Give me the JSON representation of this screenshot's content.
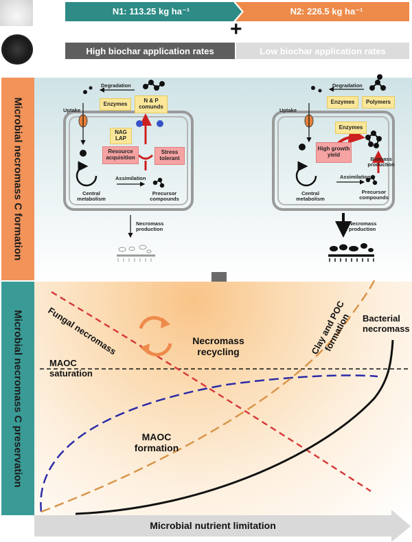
{
  "header": {
    "n1": "N1: 113.25 kg ha⁻¹",
    "n2": "N2: 226.5 kg ha⁻¹",
    "plus": "+",
    "high_rates": "High biochar application rates",
    "low_rates": "Low biochar application rates"
  },
  "side_labels": {
    "formation": "Microbial necromass C formation",
    "preservation": "Microbial necromass C preservation"
  },
  "left_cell": {
    "degradation": "Degradation",
    "enzymes": "Enzymes",
    "np_comunds": "N & P comunds",
    "uptake": "Uptake",
    "nag_lap": "NAG LAP",
    "resource_acquisition": "Resource acquisition",
    "stress_tolerant": "Stress tolerant",
    "assimilation": "Assimilation",
    "central_metabolism": "Central metabolism",
    "precursor_compounds": "Precursor compounds",
    "necromass_production": "Necromass production"
  },
  "right_cell": {
    "degradation": "Degradation",
    "enzymes": "Enzymes",
    "polymers": "Polymers",
    "uptake": "Uptake",
    "enzymes_inner": "Enzymes",
    "high_growth_yield": "High growth yield",
    "biomass_production": "Biomass production",
    "assimilation": "Assimilation",
    "central_metabolism": "Central metabolism",
    "precursor_compounds": "Precursor compounds",
    "necromass_production": "Necromass production"
  },
  "preservation": {
    "fungal_necromass": "Fungal necromass",
    "necromass_recycling": "Necromass recycling",
    "clay_poc": "Clay and POC formation",
    "bacterial_necromass": "Bacterial necromass",
    "maoc_saturation": "MAOC saturation",
    "maoc_formation": "MAOC formation",
    "x_axis": "Microbial nutrient limitation"
  },
  "colors": {
    "n1_bar": "#2e8b86",
    "n2_bar": "#ee8a4a",
    "high_bar": "#5e5e5e",
    "low_bar": "#dcdcdc",
    "formation_side": "#f2935a",
    "preservation_side": "#3a9b96",
    "fungal_curve": "#d63b3b",
    "maoc_curve": "#2a2aa8",
    "clay_curve": "#d9954a",
    "bacterial_curve": "#111111",
    "stress_arrow": "#cc1f1f"
  }
}
